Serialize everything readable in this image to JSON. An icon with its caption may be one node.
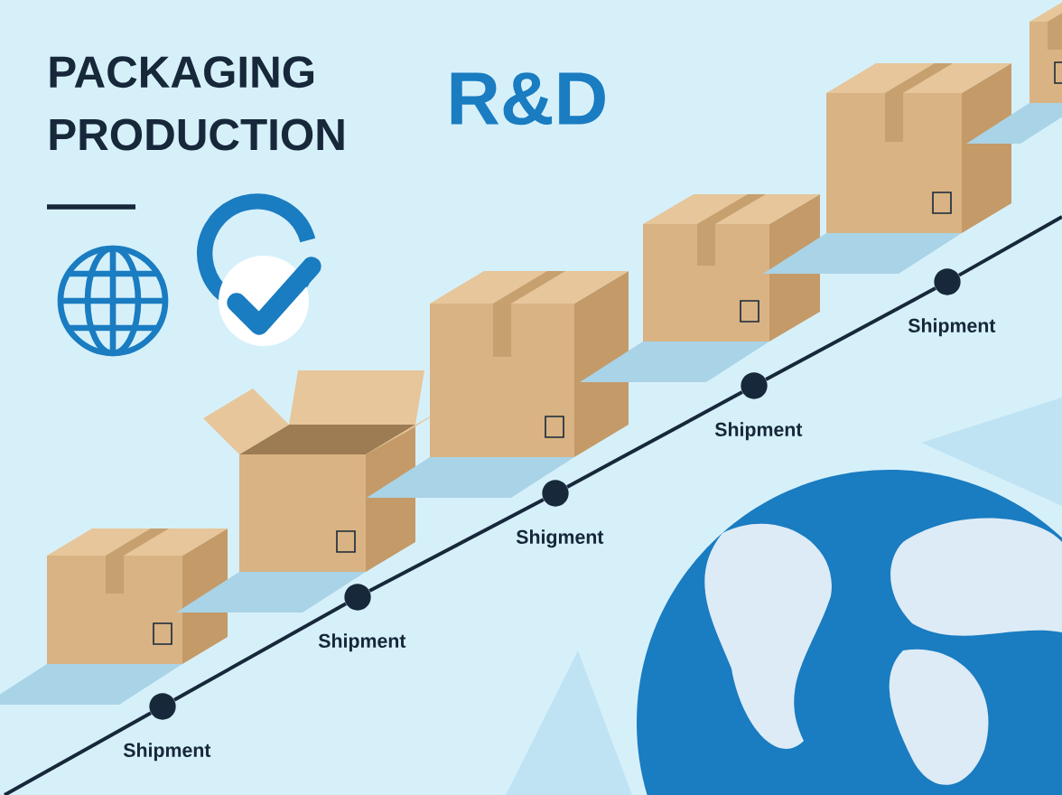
{
  "diagram": {
    "title": "PACKAGING PRODUCTION",
    "nodes": [
      {
        "text": [],
        "shape": "circle",
        "beside": [
          "Shipment"
        ]
      },
      {
        "text": [],
        "shape": "circle",
        "beside": [
          "Shipment"
        ]
      },
      {
        "text": [],
        "shape": "circle",
        "beside": [
          "Shigment"
        ]
      },
      {
        "text": [],
        "shape": "circle",
        "beside": [
          "Shipment"
        ]
      },
      {
        "text": [],
        "shape": "circle",
        "beside": [
          "Shipment"
        ]
      }
    ],
    "edges": [
      {
        "from": null,
        "to": 0,
        "arrow": "none"
      },
      {
        "from": 0,
        "to": 1,
        "arrow": "none"
      },
      {
        "from": 1,
        "to": 2,
        "arrow": "none"
      },
      {
        "from": 2,
        "to": 3,
        "arrow": "none"
      },
      {
        "from": 3,
        "to": 4,
        "arrow": "none"
      },
      {
        "from": 4,
        "to": null,
        "arrow": "none"
      }
    ],
    "labels": [
      "R&D"
    ]
  }
}
